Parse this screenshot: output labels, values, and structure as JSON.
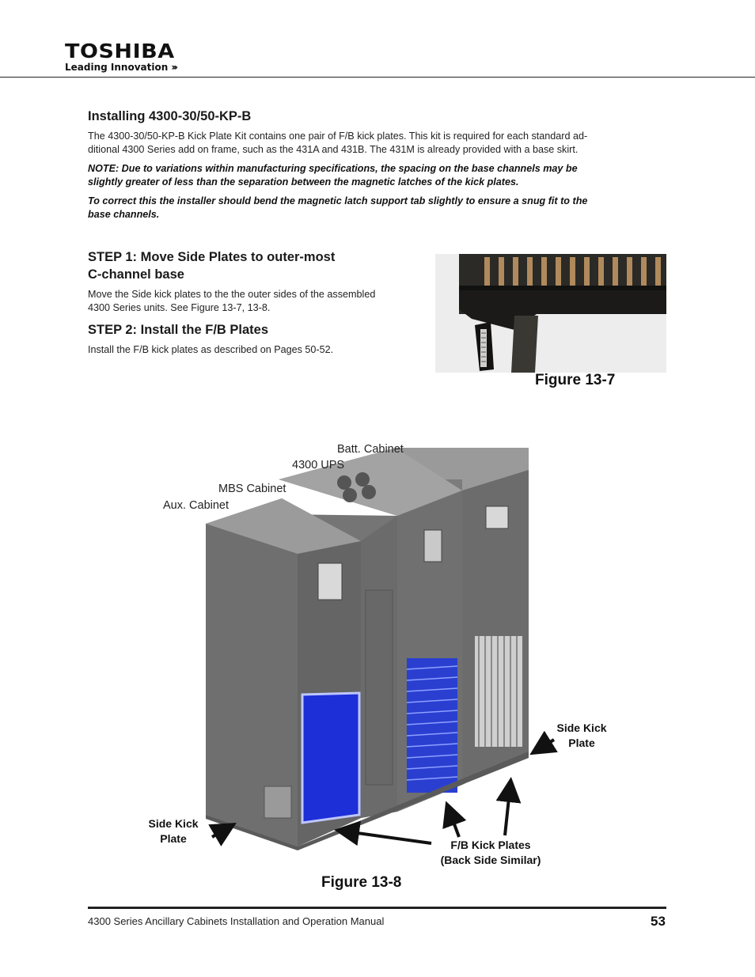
{
  "header": {
    "brand": "TOSHIBA",
    "tagline": "Leading Innovation",
    "tagline_chevrons": "›››"
  },
  "section": {
    "title": "Installing 4300-30/50-KP-B",
    "intro": "The 4300-30/50-KP-B Kick Plate Kit contains one pair of F/B kick plates. This kit is required for each standard ad-ditional 4300 Series add on frame, such as the 431A and 431B. The 431M is already provided with a base skirt.",
    "intro_line1": "The 4300-30/50-KP-B Kick Plate Kit contains one pair of F/B kick plates.  This kit is required for each standard ad-",
    "intro_line2": "ditional 4300 Series add on frame, such as the 431A and 431B.  The 431M is already provided with a base skirt.",
    "note1_line1": "NOTE:  Due to variations within manufacturing specifications,  the spacing on the base channels may be",
    "note1_line2": "slightly greater  of less than the separation between the magnetic latches of the kick plates.",
    "note2_line1": "To correct this the installer should bend the magnetic latch support tab slightly to ensure a snug fit to the",
    "note2_line2": "base channels."
  },
  "steps": [
    {
      "title_line1": "STEP 1:  Move Side Plates to outer-most",
      "title_line2": "C-channel base",
      "text_line1": "Move the Side kick plates to the the outer sides of the assembled",
      "text_line2": "4300 Series units.   See Figure 13-7, 13-8."
    },
    {
      "title_line1": "STEP 2:  Install the F/B Plates",
      "text_line1": "Install the F/B kick plates as described on Pages 50-52."
    }
  ],
  "figure_13_7": {
    "caption": "Figure 13-7"
  },
  "figure_13_8": {
    "caption": "Figure 13-8",
    "labels": {
      "batt": "Batt. Cabinet",
      "ups": "4300 UPS",
      "mbs": "MBS Cabinet",
      "aux": "Aux. Cabinet"
    },
    "callouts": {
      "side_right_1": "Side Kick",
      "side_right_2": "Plate",
      "side_left_1": "Side Kick",
      "side_left_2": "Plate",
      "fb_1": "F/B Kick Plates",
      "fb_2": "(Back Side Similar)"
    }
  },
  "footer": {
    "manual_title": "4300 Series Ancillary Cabinets Installation and Operation Manual",
    "page_number": "53"
  },
  "colors": {
    "cabinet_gray": "#6e6e6e",
    "blue_panel": "#1d2fd6",
    "grille_blue": "#2a3fd0"
  }
}
